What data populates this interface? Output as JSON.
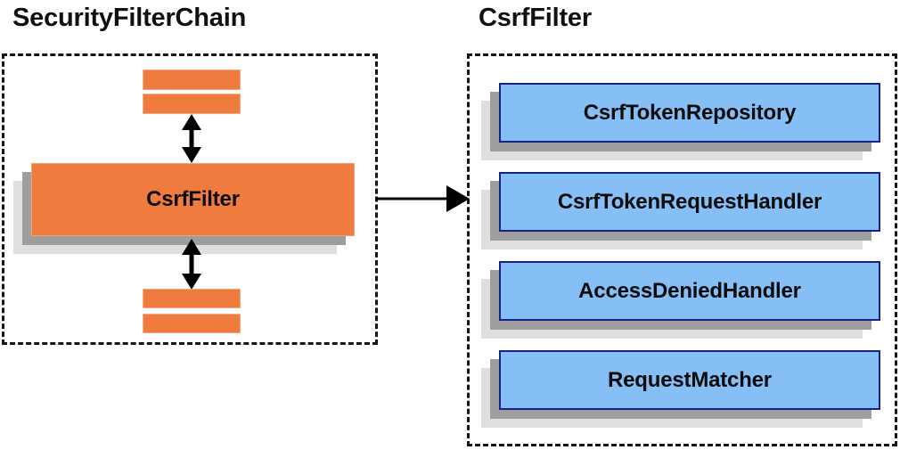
{
  "diagram": {
    "title_left": "SecurityFilterChain",
    "title_right": "CsrfFilter",
    "colors": {
      "orange_fill": "#F07B3F",
      "orange_border": "#F6A880",
      "blue_fill": "#86BFF5",
      "blue_border": "#16228A",
      "shadow_near": "#9E9E9E",
      "shadow_far": "#DFDFDF",
      "panel_border": "#161616",
      "text": "#0B0B0B",
      "background": "#FFFFFF"
    }
  },
  "left_panel": {
    "title": "SecurityFilterChain",
    "filters_above": [
      {
        "label": ""
      },
      {
        "label": ""
      }
    ],
    "focus_filter": {
      "label": "CsrfFilter"
    },
    "filters_below": [
      {
        "label": ""
      },
      {
        "label": ""
      }
    ],
    "connector_above": "double-headed-vertical-arrow",
    "connector_below": "double-headed-vertical-arrow"
  },
  "right_panel": {
    "title": "CsrfFilter",
    "collaborators": [
      {
        "label": "CsrfTokenRepository"
      },
      {
        "label": "CsrfTokenRequestHandler"
      },
      {
        "label": "AccessDeniedHandler"
      },
      {
        "label": "RequestMatcher"
      }
    ]
  },
  "cross_panel_link": {
    "from": "CsrfFilter",
    "to": "CsrfFilter detail panel",
    "style": "single-headed-horizontal-arrow"
  }
}
